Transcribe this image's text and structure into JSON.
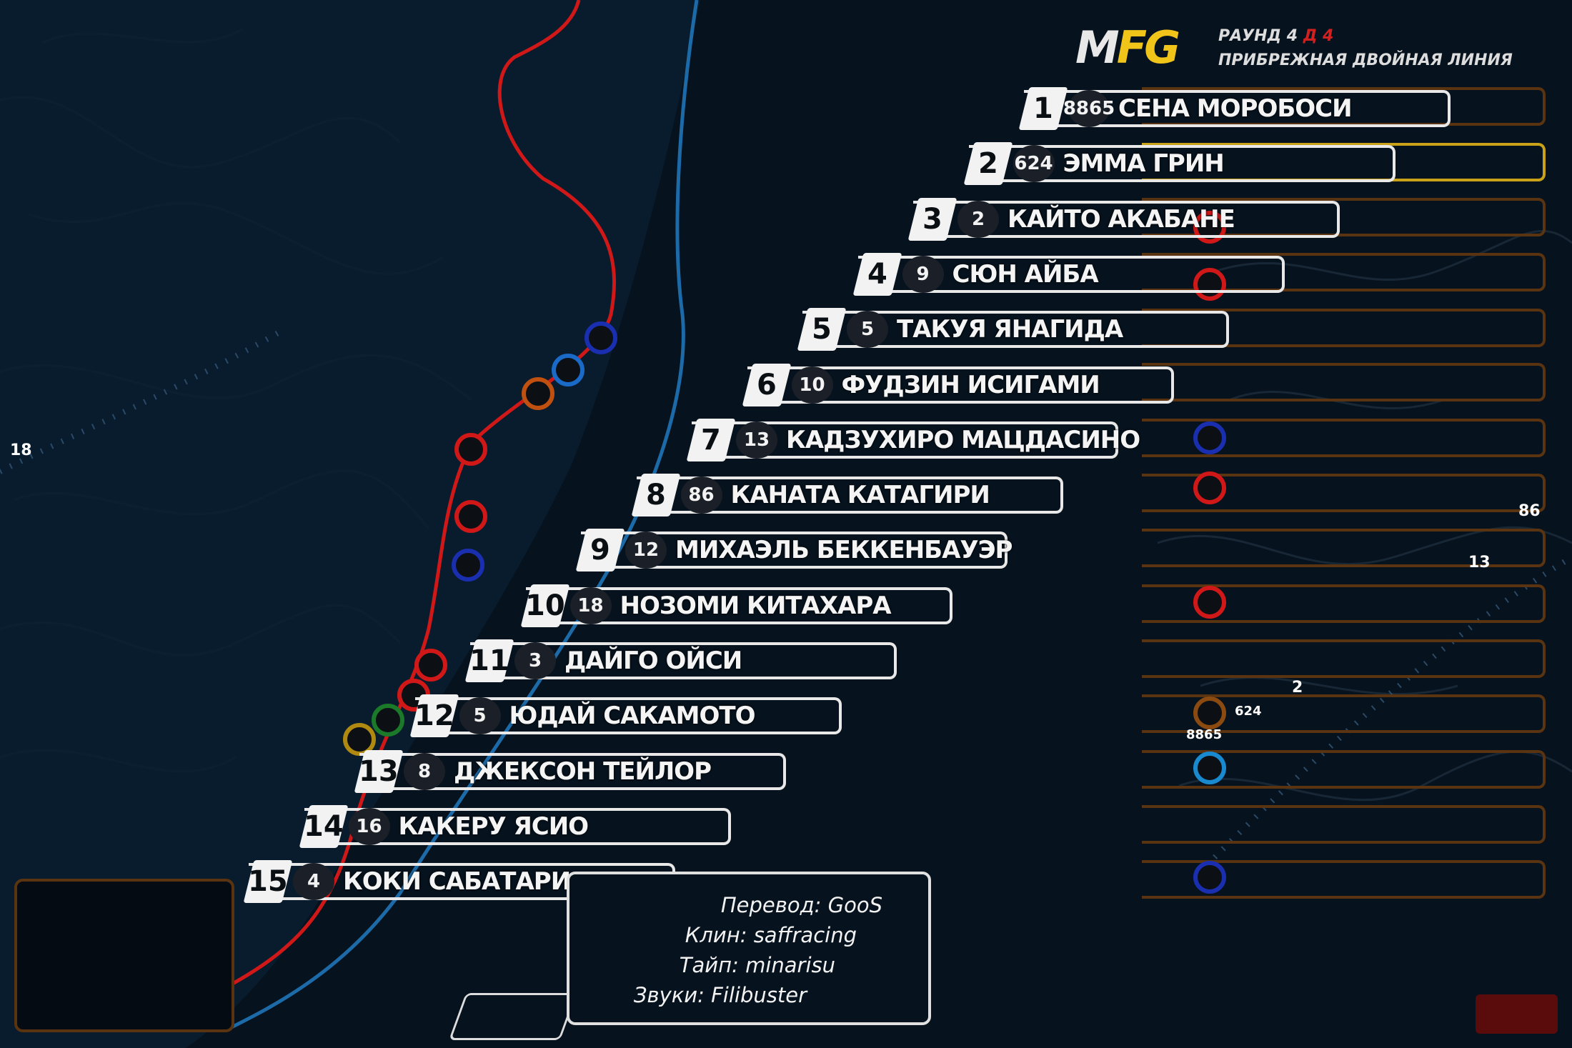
{
  "header": {
    "logo_a": "M",
    "logo_b": "F",
    "logo_c": "G",
    "round_label": "РАУНД 4",
    "round_label_ghost": "Д 4",
    "track_name": "ПРИБРЕЖНАЯ ДВОЙНАЯ ЛИНИЯ"
  },
  "standings": [
    {
      "pos": "1",
      "num": "8865",
      "name": "СЕНА МОРОБОСИ"
    },
    {
      "pos": "2",
      "num": "624",
      "name": "ЭММА ГРИН"
    },
    {
      "pos": "3",
      "num": "2",
      "name": "КАЙТО АКАБАНЕ"
    },
    {
      "pos": "4",
      "num": "9",
      "name": "СЮН АЙБА"
    },
    {
      "pos": "5",
      "num": "5",
      "name": "ТАКУЯ ЯНАГИДА"
    },
    {
      "pos": "6",
      "num": "10",
      "name": "ФУДЗИН ИСИГАМИ"
    },
    {
      "pos": "7",
      "num": "13",
      "name": "КАДЗУХИРО МАЦДАСИНО"
    },
    {
      "pos": "8",
      "num": "86",
      "name": "КАНАТА КАТАГИРИ"
    },
    {
      "pos": "9",
      "num": "12",
      "name": "МИХАЭЛЬ БЕККЕНБАУЭР"
    },
    {
      "pos": "10",
      "num": "18",
      "name": "НОЗОМИ КИТАХАРА"
    },
    {
      "pos": "11",
      "num": "3",
      "name": "ДАЙГО ОЙСИ"
    },
    {
      "pos": "12",
      "num": "5",
      "name": "ЮДАЙ САКАМОТО"
    },
    {
      "pos": "13",
      "num": "8",
      "name": "ДЖЕКСОН ТЕЙЛОР"
    },
    {
      "pos": "14",
      "num": "16",
      "name": "КАКЕРУ ЯСИО"
    },
    {
      "pos": "15",
      "num": "4",
      "name": "КОКИ САБАТАРИ"
    }
  ],
  "map_labels": [
    "18",
    "86",
    "13",
    "2",
    "624",
    "8865"
  ],
  "credits": {
    "translation": "Перевод: GooS",
    "cleaning": "Клин: saffracing",
    "typesetting": "Тайп: minarisu",
    "sound": "Звуки: Filibuster"
  },
  "colors": {
    "background": "#06121d",
    "text": "#f2f2f2",
    "red_line": "#d01818",
    "blue_line": "#1c6aa8",
    "gold": "#f0c419",
    "orange_ghost": "#5a3410"
  }
}
